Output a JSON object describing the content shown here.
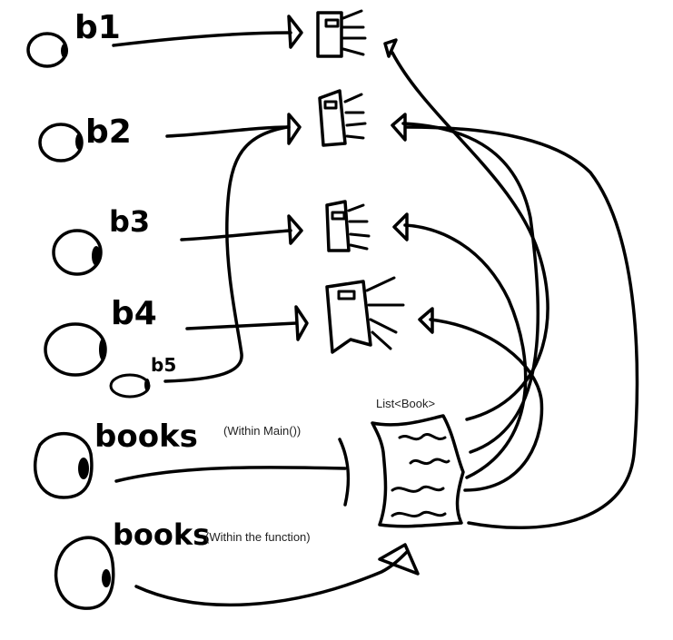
{
  "variables": {
    "b1": "b1",
    "b2": "b2",
    "b3": "b3",
    "b4": "b4",
    "b5": "b5",
    "books_main": "books",
    "books_function": "books"
  },
  "notes": {
    "list_label": "List<Book>",
    "within_main": "(Within Main())",
    "within_function": "(Within the function)"
  }
}
